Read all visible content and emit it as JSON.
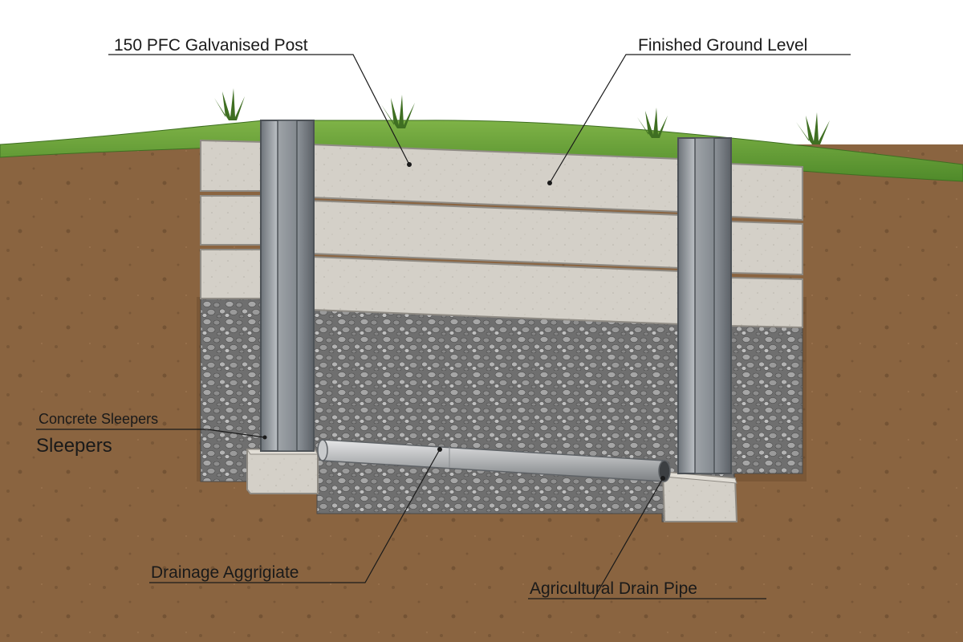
{
  "diagram": {
    "labels": {
      "post": "150 PFC Galvanised Post",
      "ground": "Finished Ground Level",
      "sleepers_small": "Concrete Sleepers",
      "sleepers_large": "Sleepers",
      "aggregate": "Drainage Aggrigiate",
      "pipe": "Agricultural Drain Pipe"
    },
    "colors": {
      "soil": "#8a6440",
      "soil_dark": "#5e4128",
      "grass": "#6fa33c",
      "grass_dark": "#3f6f22",
      "concrete": "#d4d0c8",
      "steel": "#9aa0a6",
      "gravel": "#8f8f8f",
      "pipe": "#b7b9bb"
    }
  }
}
